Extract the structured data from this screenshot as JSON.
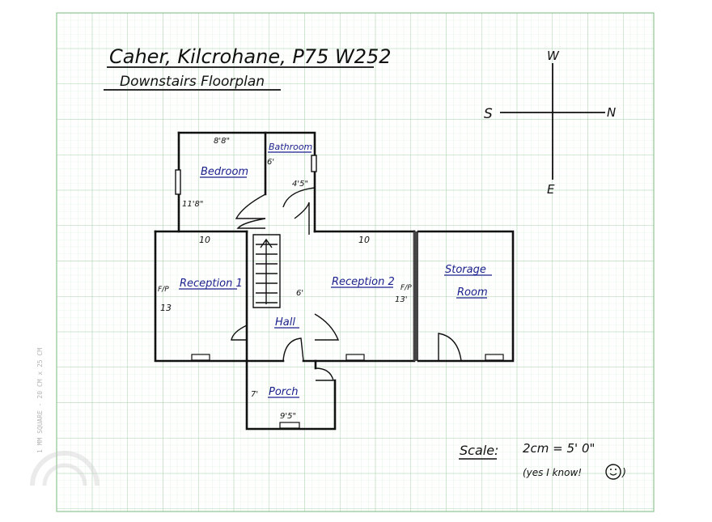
{
  "header": {
    "title": "Caher, Kilcrohane, P75 W252",
    "subtitle": "Downstairs Floorplan"
  },
  "compass": {
    "north": "N",
    "south": "S",
    "east": "E",
    "west": "W"
  },
  "rooms": {
    "bedroom": {
      "label": "Bedroom",
      "width": "8'8\"",
      "depth": "11'8\""
    },
    "bathroom": {
      "label": "Bathroom",
      "dim_a": "6'",
      "dim_b": "4'5\""
    },
    "reception1": {
      "label": "Reception 1",
      "width": "10",
      "depth": "13",
      "fireplace": "F/P"
    },
    "reception2": {
      "label": "Reception 2",
      "width": "10",
      "depth": "13'",
      "fireplace": "F/P"
    },
    "storage": {
      "label_line1": "Storage",
      "label_line2": "Room"
    },
    "hall": {
      "label": "Hall",
      "width": "6'"
    },
    "porch": {
      "label": "Porch",
      "depth": "7'",
      "width": "9'5\""
    }
  },
  "scale": {
    "label": "Scale:",
    "value": "2cm = 5' 0\"",
    "note": "(yes I know!"
  },
  "side_text": "1 MM SQUARE - 20 CM x 25 CM",
  "colors": {
    "grid_minor": "#d6ead6",
    "grid_major": "#a9d3ad",
    "ink": "#111111",
    "label": "#1a1f8c"
  }
}
